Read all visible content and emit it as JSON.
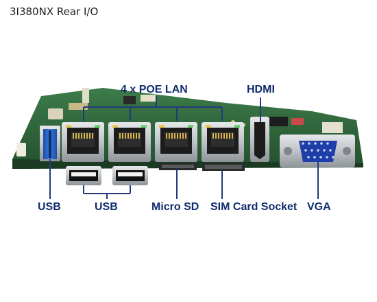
{
  "header": {
    "title": "3I380NX Rear I/O"
  },
  "labels": {
    "poe_lan": "4 x POE LAN",
    "hdmi": "HDMI",
    "usb_left": "USB",
    "usb_pair": "USB",
    "micro_sd": "Micro SD",
    "sim_card": "SIM Card Socket",
    "vga": "VGA"
  },
  "colors": {
    "label_text": "#0f2c6f",
    "leader_line": "#223a7a",
    "pcb_green": "#2c6b3c",
    "usb3_blue": "#1f5fbf",
    "vga_blue": "#1f3fa8",
    "metal": "#c9cdd1"
  }
}
